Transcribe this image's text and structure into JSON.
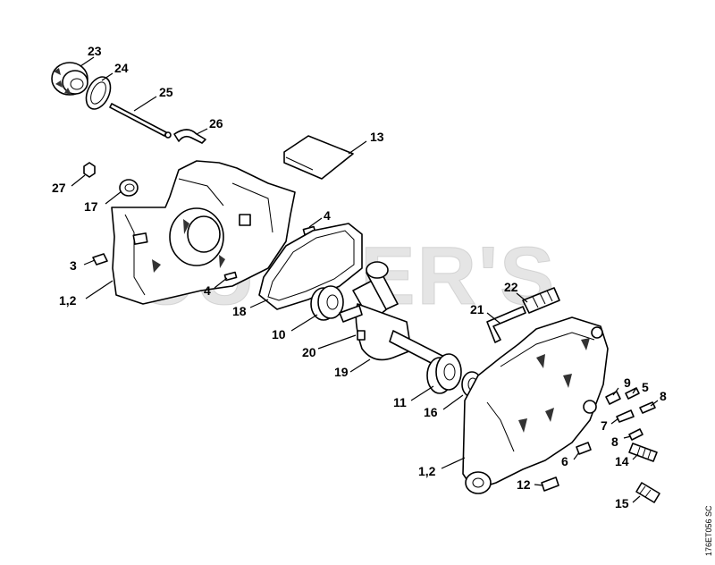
{
  "watermark": "CUTTER'S",
  "drawing_code": "176ET056 SC",
  "labels": [
    {
      "id": "23",
      "text": "23"
    },
    {
      "id": "24",
      "text": "24"
    },
    {
      "id": "25",
      "text": "25"
    },
    {
      "id": "26",
      "text": "26"
    },
    {
      "id": "13",
      "text": "13"
    },
    {
      "id": "27",
      "text": "27"
    },
    {
      "id": "17",
      "text": "17"
    },
    {
      "id": "4a",
      "text": "4"
    },
    {
      "id": "3",
      "text": "3"
    },
    {
      "id": "4b",
      "text": "4"
    },
    {
      "id": "1,2a",
      "text": "1,2"
    },
    {
      "id": "18",
      "text": "18"
    },
    {
      "id": "22",
      "text": "22"
    },
    {
      "id": "21",
      "text": "21"
    },
    {
      "id": "10",
      "text": "10"
    },
    {
      "id": "20",
      "text": "20"
    },
    {
      "id": "19",
      "text": "19"
    },
    {
      "id": "9",
      "text": "9"
    },
    {
      "id": "5",
      "text": "5"
    },
    {
      "id": "8a",
      "text": "8"
    },
    {
      "id": "11",
      "text": "11"
    },
    {
      "id": "16",
      "text": "16"
    },
    {
      "id": "7",
      "text": "7"
    },
    {
      "id": "8b",
      "text": "8"
    },
    {
      "id": "14",
      "text": "14"
    },
    {
      "id": "6",
      "text": "6"
    },
    {
      "id": "1,2b",
      "text": "1,2"
    },
    {
      "id": "12",
      "text": "12"
    },
    {
      "id": "15",
      "text": "15"
    }
  ]
}
